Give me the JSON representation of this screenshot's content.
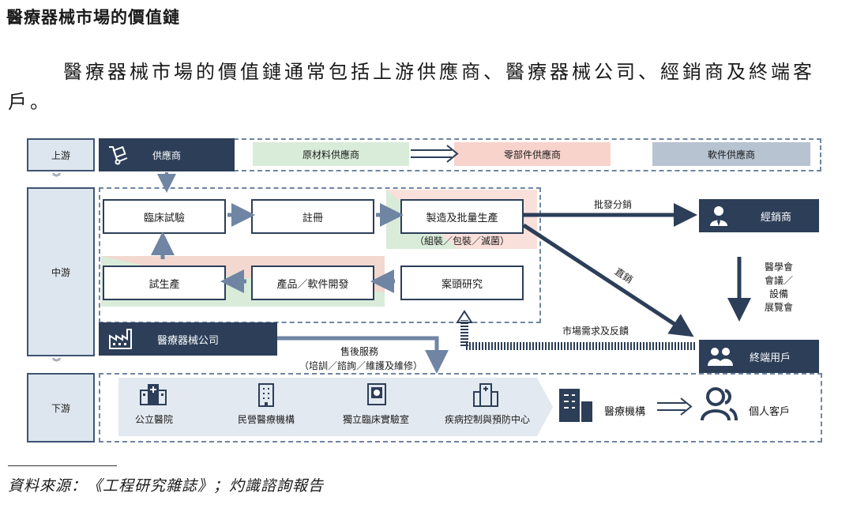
{
  "title": "醫療器械市場的價值鏈",
  "intro": "醫療器械市場的價值鏈通常包括上游供應商、醫療器械公司、經銷商及終端客戶。",
  "stages": {
    "upstream": "上游",
    "midstream": "中游",
    "downstream": "下游"
  },
  "upstream": {
    "supplier": "供應商",
    "raw_material": "原材料供應商",
    "parts": "零部件供應商",
    "software": "軟件供應商"
  },
  "midstream": {
    "clinical_trial": "臨床試驗",
    "registration": "註冊",
    "manufacturing": "製造及批量生產",
    "manufacturing_note": "（組裝／包裝／滅菌）",
    "trial_production": "試生產",
    "product_dev": "產品／軟件開發",
    "desk_research": "案頭研究",
    "company": "醫療器械公司",
    "after_sales": "售後服務",
    "after_sales_note": "（培訓／諮詢／維護及維修）",
    "wholesale": "批發分銷",
    "direct": "直銷",
    "feedback": "市場需求及反饋",
    "distributor": "經銷商",
    "channels": "醫學會\n會議／\n設備\n展覽會",
    "end_user": "終端用戶"
  },
  "downstream": {
    "public_hospital": "公立醫院",
    "private_hospital": "民營醫療機構",
    "independent_lab": "獨立臨床實驗室",
    "cdc": "疾病控制與預防中心",
    "medical_institution": "醫療機構",
    "individual": "個人客戶"
  },
  "source": "資料來源：《工程研究雜誌》；灼識諮詢報告",
  "colors": {
    "navy": "#2c3e58",
    "stage_bg": "#dde6ef",
    "green": "#d9ecd9",
    "pink": "#f8d3cc",
    "grey": "#b7c3d1",
    "dash": "#6f85a3"
  },
  "icons": [
    "hand-truck-icon",
    "factory-icon",
    "person-icon",
    "group-icon",
    "hospital-icon",
    "building-icon",
    "lab-icon",
    "government-building-icon",
    "institution-icon",
    "person-outline-icon"
  ]
}
